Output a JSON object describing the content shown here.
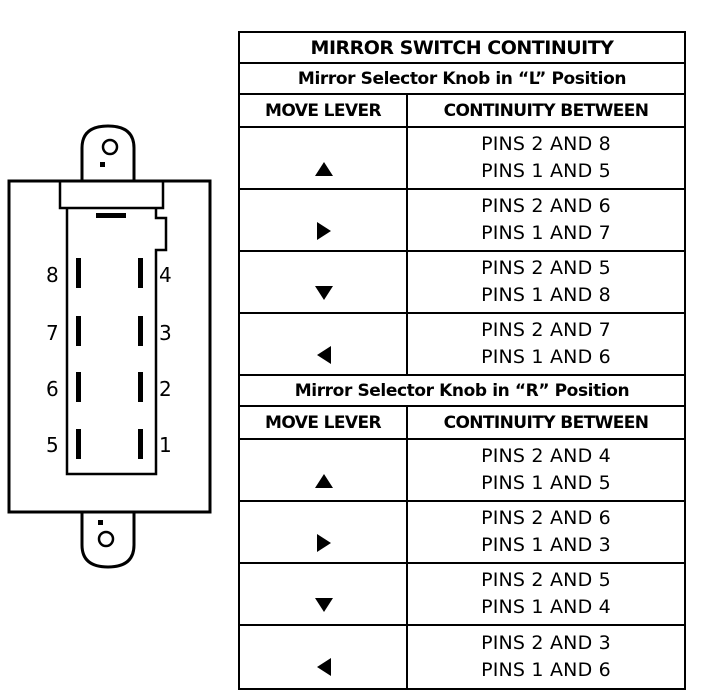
{
  "connector": {
    "pins_left": [
      "8",
      "7",
      "6",
      "5"
    ],
    "pins_right": [
      "4",
      "3",
      "2",
      "1"
    ]
  },
  "table": {
    "title": "MIRROR SWITCH CONTINUITY",
    "sections": [
      {
        "heading": "Mirror Selector Knob in “L” Position",
        "col_move": "MOVE LEVER",
        "col_continuity": "CONTINUITY BETWEEN",
        "rows": [
          {
            "direction": "up",
            "line1": "PINS 2 AND 8",
            "line2": "PINS 1 AND 5"
          },
          {
            "direction": "right",
            "line1": "PINS 2 AND 6",
            "line2": "PINS 1 AND 7"
          },
          {
            "direction": "down",
            "line1": "PINS 2 AND 5",
            "line2": "PINS 1 AND 8"
          },
          {
            "direction": "left",
            "line1": "PINS 2 AND 7",
            "line2": "PINS 1 AND 6"
          }
        ]
      },
      {
        "heading": "Mirror Selector Knob in “R” Position",
        "col_move": "MOVE LEVER",
        "col_continuity": "CONTINUITY BETWEEN",
        "rows": [
          {
            "direction": "up",
            "line1": "PINS 2 AND 4",
            "line2": "PINS 1 AND 5"
          },
          {
            "direction": "right",
            "line1": "PINS 2 AND 6",
            "line2": "PINS 1 AND 3"
          },
          {
            "direction": "down",
            "line1": "PINS 2 AND 5",
            "line2": "PINS 1 AND 4"
          },
          {
            "direction": "left",
            "line1": "PINS 2 AND 3",
            "line2": "PINS 1 AND 6"
          }
        ]
      }
    ]
  }
}
